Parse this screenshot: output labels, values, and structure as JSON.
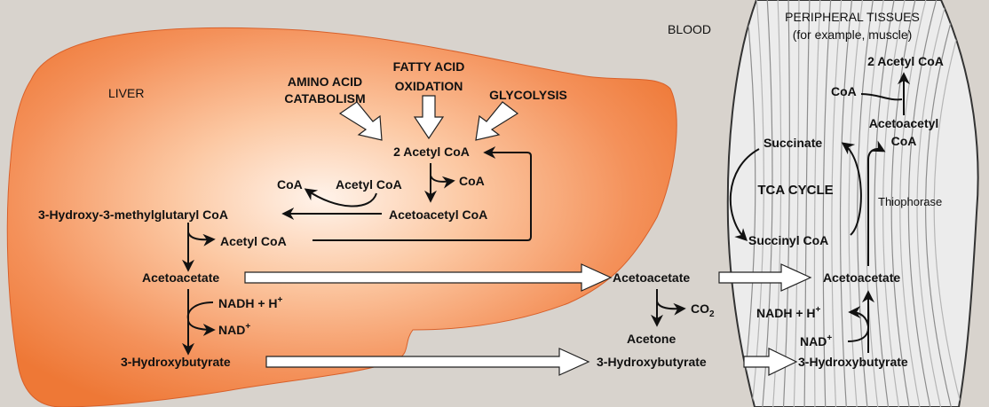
{
  "regions": {
    "liver": "LIVER",
    "blood": "BLOOD",
    "peripheral_title": "PERIPHERAL TISSUES",
    "peripheral_sub": "(for example, muscle)"
  },
  "liver": {
    "amino_1": "AMINO ACID",
    "amino_2": "CATABOLISM",
    "fatty_1": "FATTY ACID",
    "fatty_2": "OXIDATION",
    "glycolysis": "GLYCOLYSIS",
    "acetylcoa2": "2 Acetyl CoA",
    "coa_right": "CoA",
    "coa_left": "CoA",
    "acetylcoa": "Acetyl CoA",
    "acetoacetylcoa": "Acetoacetyl CoA",
    "hmgcoa": "3-Hydroxy-3-methylglutaryl CoA",
    "acetylcoa_out": "Acetyl CoA",
    "acetoacetate": "Acetoacetate",
    "nadh": "NADH + H",
    "nadh_sup": "+",
    "nad": "NAD",
    "nad_sup": "+",
    "hydroxybutyrate": "3-Hydroxybutyrate"
  },
  "blood": {
    "acetoacetate": "Acetoacetate",
    "co2": "CO",
    "co2_sub": "2",
    "acetone": "Acetone",
    "hydroxybutyrate": "3-Hydroxybutyrate"
  },
  "tissue": {
    "acetylcoa2": "2 Acetyl CoA",
    "coa": "CoA",
    "acetoacetyl_1": "Acetoacetyl",
    "acetoacetyl_2": "CoA",
    "succinate": "Succinate",
    "tca": "TCA CYCLE",
    "thiophorase": "Thiophorase",
    "succinylcoa": "Succinyl CoA",
    "acetoacetate": "Acetoacetate",
    "nadh": "NADH + H",
    "nadh_sup": "+",
    "nad": "NAD",
    "nad_sup": "+",
    "hydroxybutyrate": "3-Hydroxybutyrate"
  },
  "colors": {
    "background": "#d8d3cd",
    "liver_center": "#fff1e6",
    "liver_edge": "#f07d3a",
    "muscle": "#e6e6e6"
  }
}
